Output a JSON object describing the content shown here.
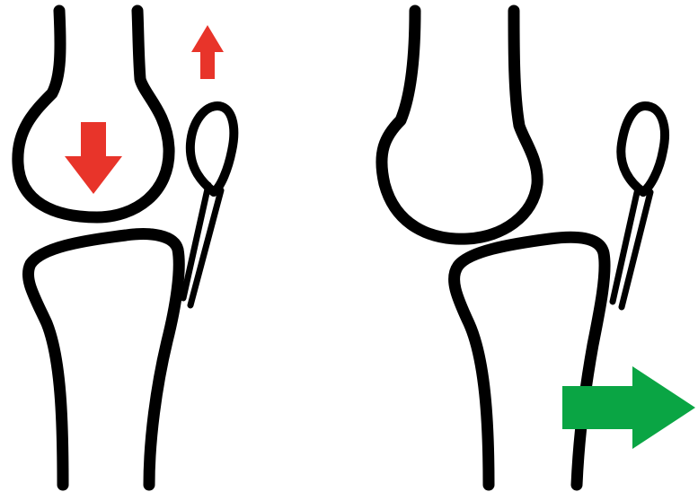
{
  "panels": [
    {
      "id": "left",
      "arrows": [
        {
          "name": "femur-down-arrow",
          "color": "#e8342a",
          "direction": "down"
        },
        {
          "name": "patella-up-arrow",
          "color": "#e8342a",
          "direction": "up"
        }
      ]
    },
    {
      "id": "right",
      "arrows": [
        {
          "name": "tibia-forward-arrow",
          "color": "#0aa544",
          "direction": "right"
        }
      ]
    }
  ],
  "colors": {
    "bone": "#000000",
    "background": "#ffffff",
    "force_red": "#e8342a",
    "force_green": "#0aa544"
  }
}
